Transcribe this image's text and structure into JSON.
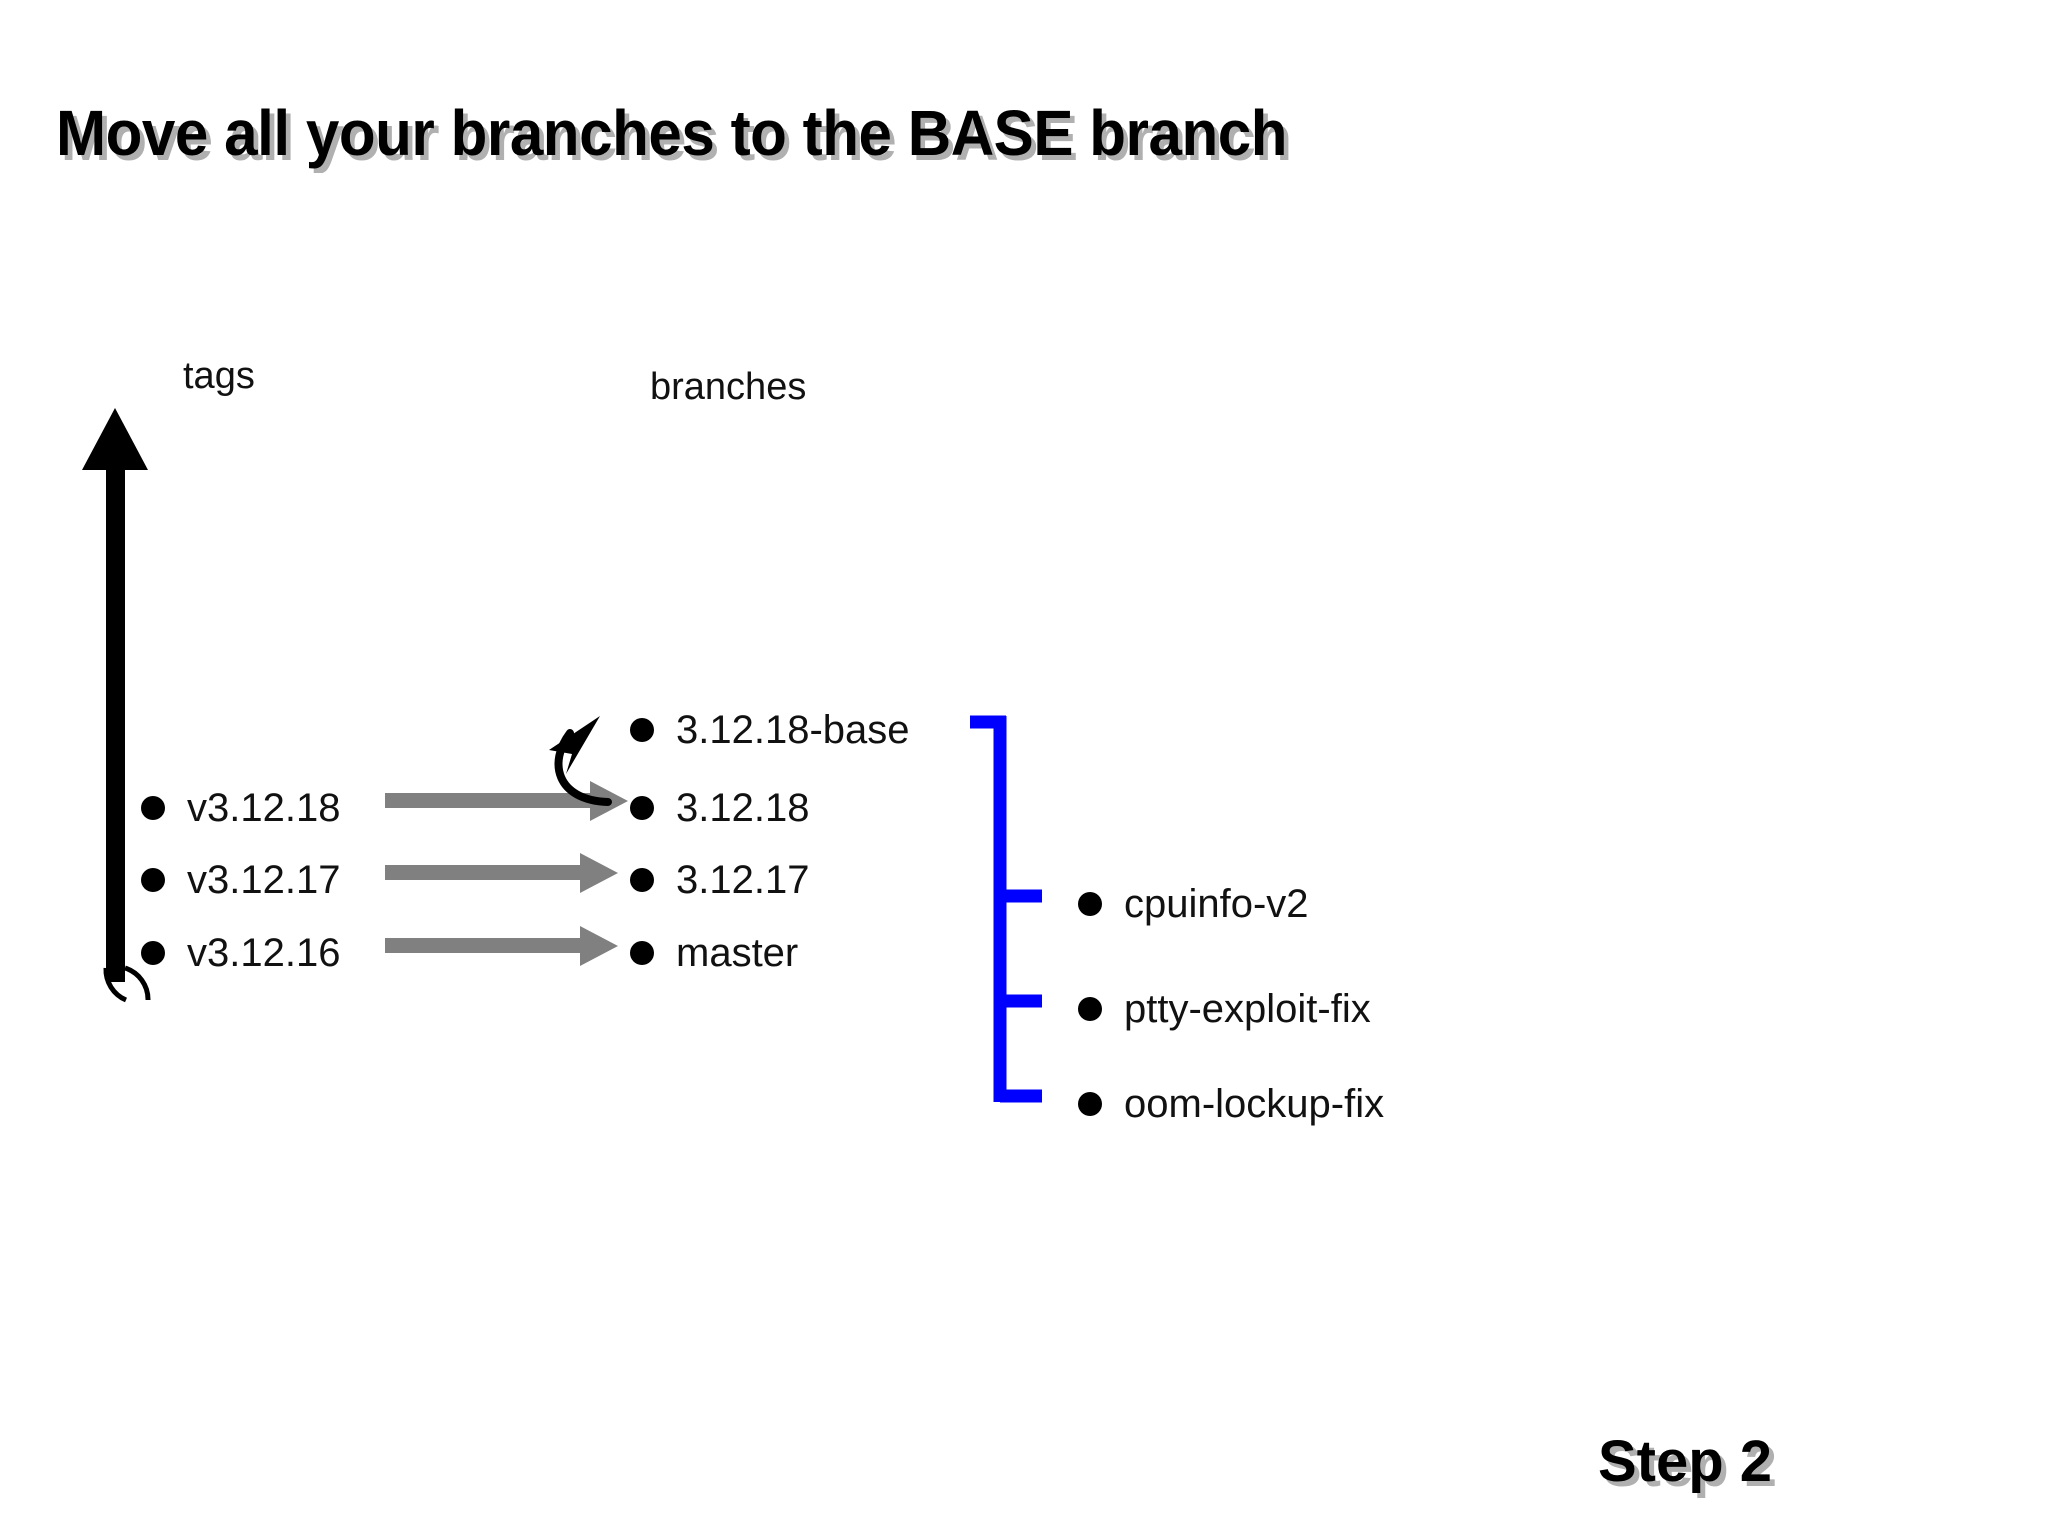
{
  "slide": {
    "title": "Move all your branches to the BASE branch",
    "step_label": "Step 2",
    "background_color": "#ffffff"
  },
  "colors": {
    "tag_axis": "#000000",
    "map_arrow": "#808080",
    "promote_arrow": "#000000",
    "bracket": "#0000ff",
    "text": "#111111",
    "title_shadow": "#969696"
  },
  "columns": {
    "tags_heading": "tags",
    "branches_heading": "branches"
  },
  "tags": [
    {
      "label": "v3.12.18"
    },
    {
      "label": "v3.12.17"
    },
    {
      "label": "v3.12.16"
    }
  ],
  "branches": [
    {
      "label": "3.12.18-base"
    },
    {
      "label": "3.12.18"
    },
    {
      "label": "3.12.17"
    },
    {
      "label": "master"
    }
  ],
  "feature_branches": [
    {
      "label": "cpuinfo-v2"
    },
    {
      "label": "ptty-exploit-fix"
    },
    {
      "label": "oom-lockup-fix"
    }
  ],
  "annotations": {
    "tag_to_branch_arrow_count": 3,
    "promote_arrow_from": "3.12.18",
    "promote_arrow_to": "3.12.18-base",
    "bracket_root": "3.12.18-base"
  }
}
